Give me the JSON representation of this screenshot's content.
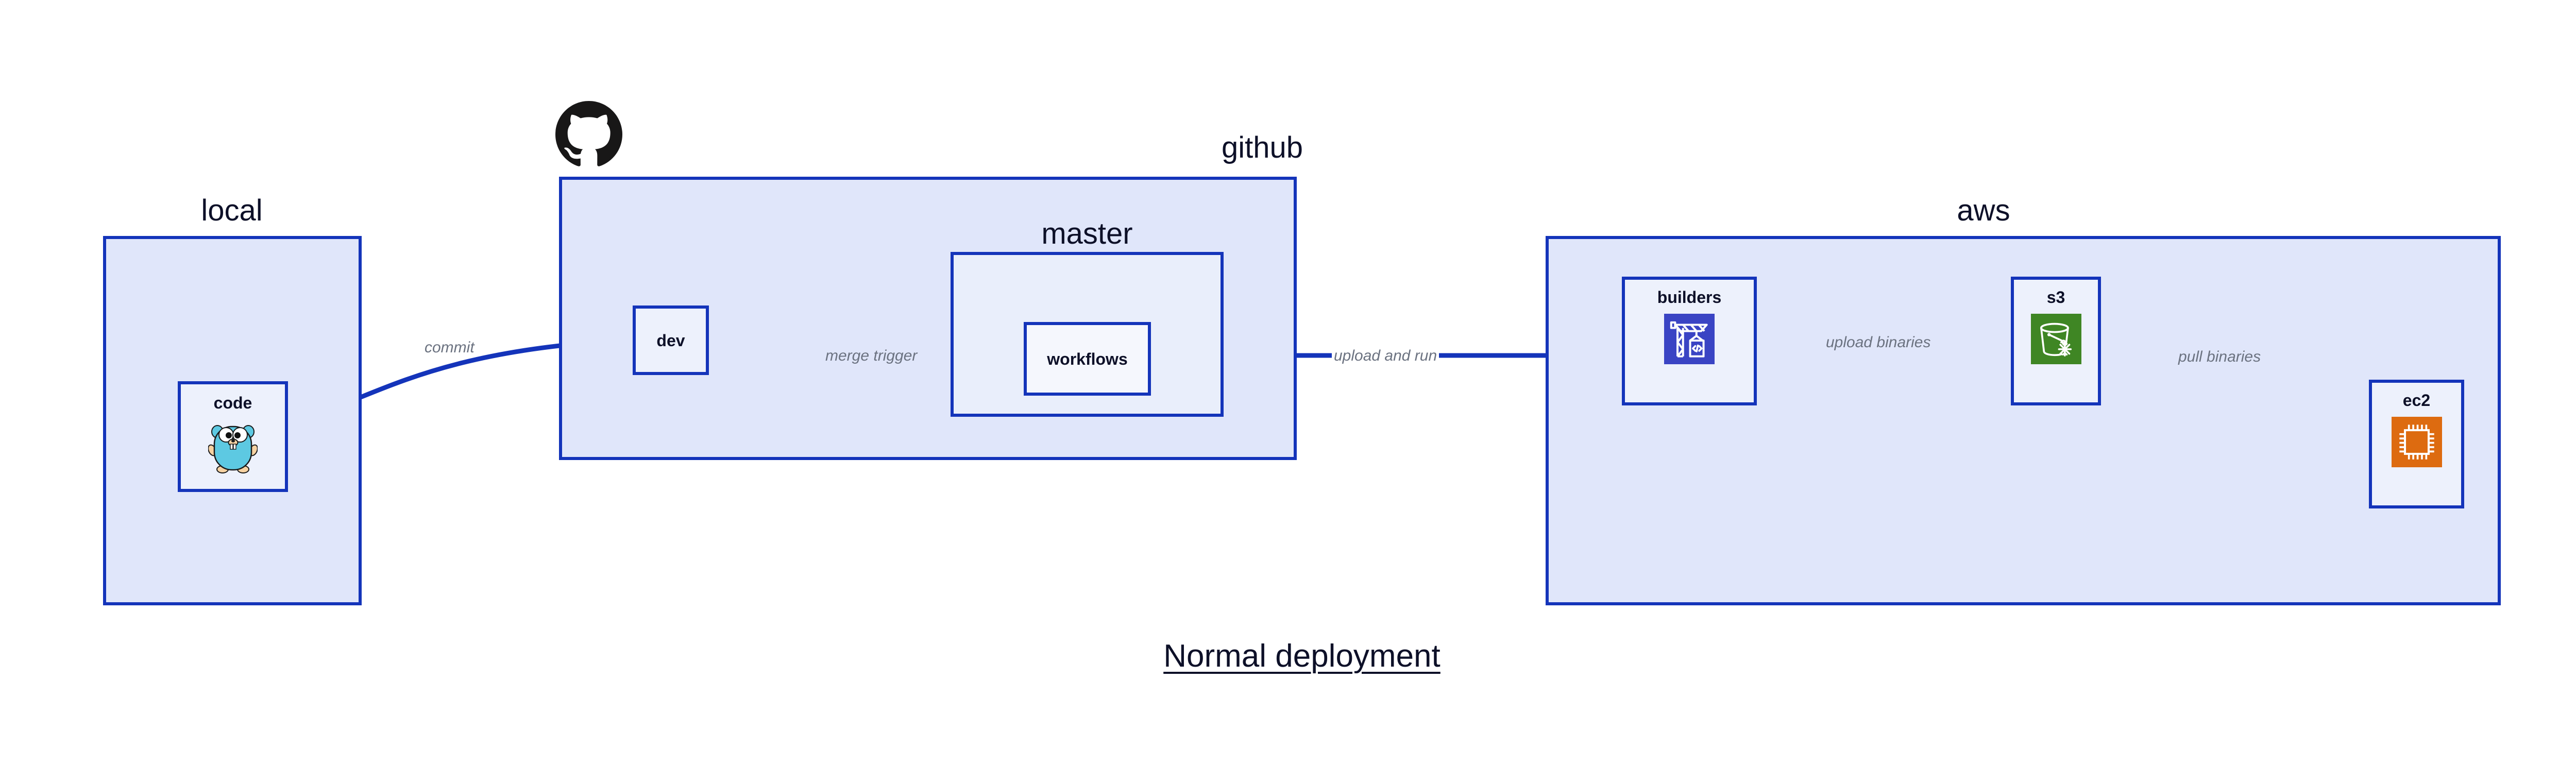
{
  "diagram": {
    "title": "Normal deployment",
    "accent_border": "#1434ba",
    "group_fill": "#e0e6fa",
    "node_fill": "#edf1fc",
    "label_color": "#0d1028",
    "edge_label_color": "#6b7280"
  },
  "groups": {
    "local": {
      "label": "local"
    },
    "github": {
      "label": "github"
    },
    "master": {
      "label": "master"
    },
    "aws": {
      "label": "aws"
    }
  },
  "nodes": {
    "code": {
      "label": "code",
      "icon": "go-gopher-icon"
    },
    "dev": {
      "label": "dev",
      "icon": null
    },
    "workflows": {
      "label": "workflows",
      "icon": null
    },
    "builders": {
      "label": "builders",
      "icon": "aws-codebuild-icon",
      "icon_color": "#3A44C4"
    },
    "s3": {
      "label": "s3",
      "icon": "aws-s3-glacier-icon",
      "icon_color": "#3F8624"
    },
    "ec2": {
      "label": "ec2",
      "icon": "aws-ec2-icon",
      "icon_color": "#DD6B10"
    }
  },
  "edges": [
    {
      "id": "commit",
      "label": "commit",
      "from": "code",
      "to": "dev"
    },
    {
      "id": "merge-trigger",
      "label": "merge trigger",
      "from": "dev",
      "to": "workflows"
    },
    {
      "id": "upload-and-run",
      "label": "upload and run",
      "from": "workflows",
      "to": "builders"
    },
    {
      "id": "upload-binaries",
      "label": "upload binaries",
      "from": "builders",
      "to": "s3"
    },
    {
      "id": "pull-binaries",
      "label": "pull binaries",
      "from": "s3",
      "to": "ec2"
    }
  ],
  "logos": {
    "github": {
      "name": "github-octocat-logo",
      "color": "#181717"
    }
  }
}
